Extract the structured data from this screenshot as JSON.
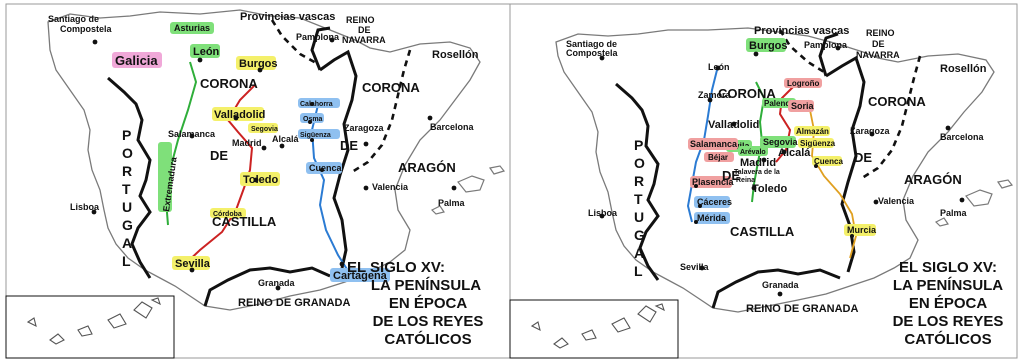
{
  "title_lines": [
    "EL SIGLO XV:",
    "LA PENÍNSULA",
    "EN ÉPOCA",
    "DE LOS REYES",
    "CATÓLICOS"
  ],
  "portugal_letters": [
    "P",
    "O",
    "R",
    "T",
    "U",
    "G",
    "A",
    "L"
  ],
  "corona_castilla": [
    "CORONA",
    "DE",
    "CASTILLA"
  ],
  "corona_aragon": [
    "CORONA",
    "DE",
    "ARAGÓN"
  ],
  "reino_granada": "REINO DE GRANADA",
  "reino_navarra": [
    "REINO",
    "DE",
    "NAVARRA"
  ],
  "provincias_vascas": "Provincias vascas",
  "common_places": {
    "santiago": [
      "Santiago de",
      "Compostela"
    ],
    "pamplona": "Pamplona",
    "rosellon": "Rosellón",
    "zaragoza": "Zaragoza",
    "barcelona": "Barcelona",
    "valencia": "Valencia",
    "palma": "Palma",
    "lisboa": "Lisboa",
    "granada": "Granada",
    "madrid": "Madrid",
    "alcala": "Alcalá",
    "toledo": "Toledo",
    "valladolid": "Valladolid",
    "salamanca": "Salamanca",
    "leon": "León",
    "sevilla": "Sevilla"
  },
  "left_map": {
    "galicia": "Galicia",
    "asturias": "Asturias",
    "burgos": "Burgos",
    "segovia": "Segovia",
    "extremadura": "Extremadura",
    "cordoba": "Córdoba",
    "calahorra": "Calahorra",
    "osma": "Osma",
    "siguenza": "Sigüenza",
    "cuenca": "Cuenca",
    "cartagena": "Cartagena"
  },
  "right_map": {
    "burgos": "Burgos",
    "logrono": "Logroño",
    "palencia": "Palencia",
    "zamora": "Zamora",
    "soria": "Soria",
    "almazan": "Almazán",
    "siguenza": "Sigüenza",
    "avila": "Ávila",
    "arevalo": "Arévalo",
    "segovia": "Segovia",
    "bejar": "Béjar",
    "talavera": [
      "Talavera de la",
      "Reina"
    ],
    "plasencia": "Plasencia",
    "caceres": "Cáceres",
    "merida": "Mérida",
    "cuenca": "Cuenca",
    "murcia": "Murcia"
  },
  "colors": {
    "border": "#111111",
    "coast": "#7a7a7a",
    "green": "#2fae3a",
    "red": "#cc2222",
    "blue": "#2b7bd3",
    "orange": "#e0a020",
    "hl_green": "#7fe07a",
    "hl_yellow": "#f4f06a",
    "hl_pink": "#f0a8d8",
    "hl_blue": "#8fc0f0",
    "hl_red": "#f0a0a0"
  }
}
